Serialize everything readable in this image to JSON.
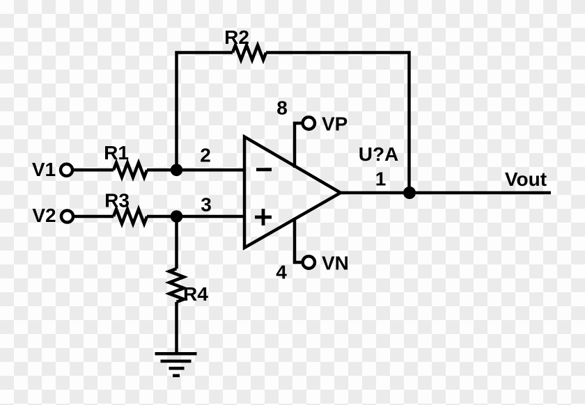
{
  "schematic": {
    "description": "Operational amplifier differential amplifier circuit schematic on transparent checkerboard background",
    "designator": "U?A",
    "terminals": {
      "input1": "V1",
      "input2": "V2",
      "output": "Vout"
    },
    "resistors": {
      "r1": "R1",
      "r2": "R2",
      "r3": "R3",
      "r4": "R4"
    },
    "opamp": {
      "inverting_symbol": "−",
      "noninverting_symbol": "+",
      "pins": {
        "inverting": "2",
        "noninverting": "3",
        "output": "1",
        "positive_supply": "8",
        "negative_supply": "4"
      },
      "supplies": {
        "positive": "VP",
        "negative": "VN"
      }
    },
    "colors": {
      "line": "#000000",
      "checker_light": "#fdfdfd",
      "checker_dark": "#ebebeb",
      "terminal_fill": "#ffffff"
    }
  }
}
